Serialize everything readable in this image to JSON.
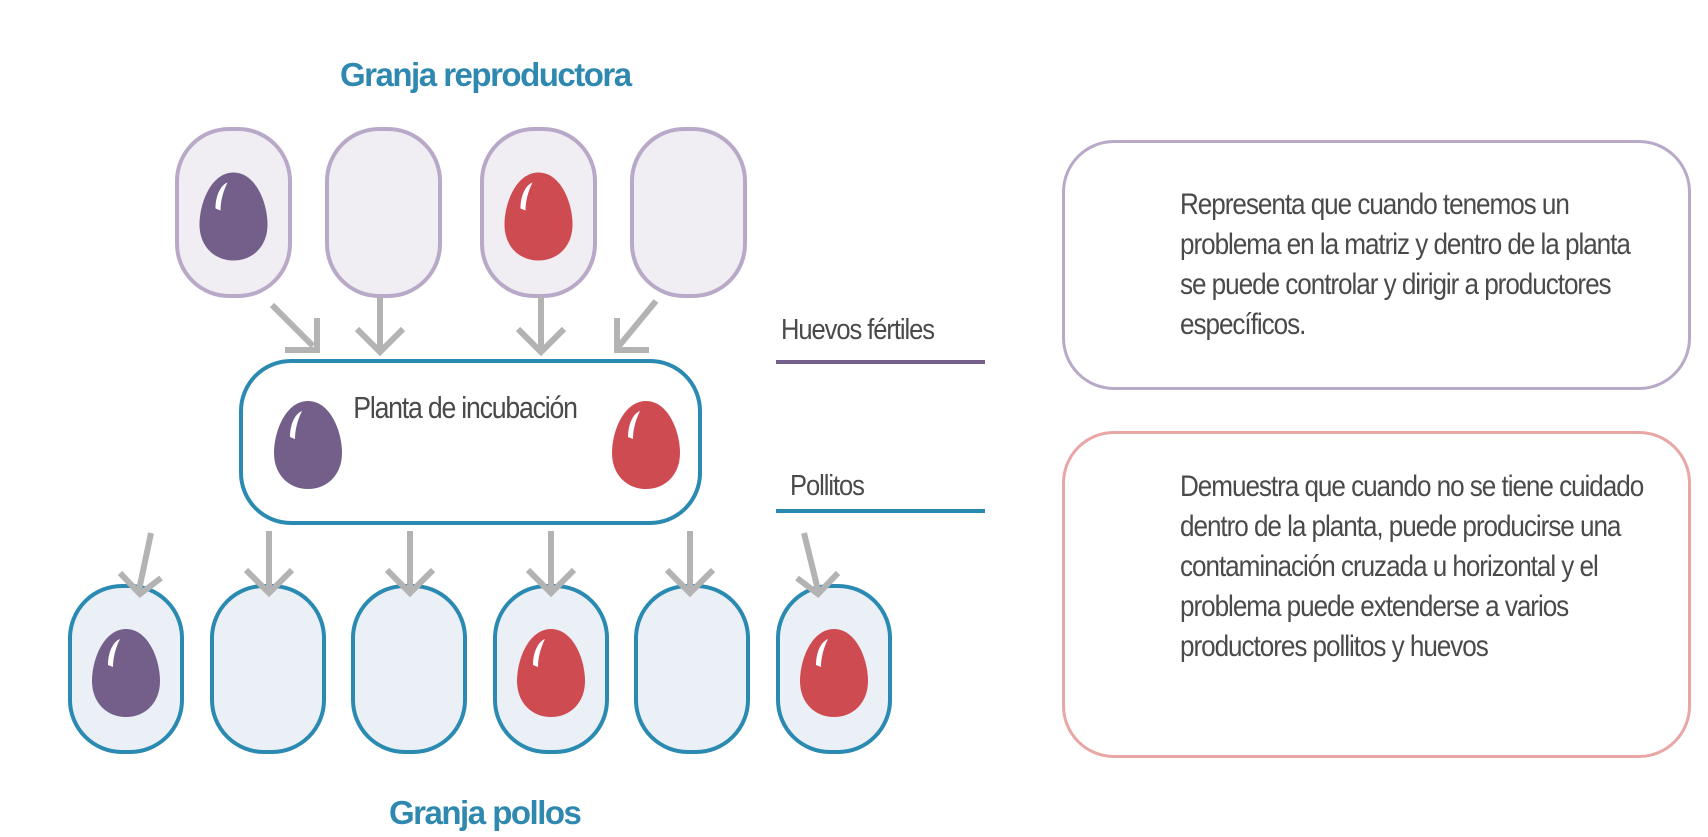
{
  "titles": {
    "breeder_farm": "Granja reproductora",
    "broiler_farm": "Granja pollos"
  },
  "hatchery": {
    "label": "Planta de incubación"
  },
  "lines": {
    "fertile_eggs": "Huevos fértiles",
    "chicks": "Pollitos"
  },
  "legend": {
    "purple": "Representa que cuando  tenemos un problema en la matriz y dentro de la planta se puede controlar y dirigir a productores específicos.",
    "red": "Demuestra que cuando no se tiene cuidado dentro de la planta, puede producirse una contaminación cruzada u horizontal y el problema puede extenderse a varios productores pollitos y huevos"
  },
  "breeder_units": [
    "purple",
    "none",
    "red",
    "none"
  ],
  "broiler_units": [
    "purple",
    "none",
    "none",
    "red",
    "none",
    "red"
  ],
  "colors": {
    "purple_egg": "#735f8a",
    "red_egg": "#cf4b52",
    "breeder_border": "#b9a9c9",
    "breeder_fill": "#f0edf3",
    "broiler_border": "#2b8ab1",
    "broiler_fill": "#ebf0f7",
    "title_blue": "#2f88b0",
    "arrow_gray": "#b3b3b3",
    "legend_red_border": "#e8a7a5"
  }
}
